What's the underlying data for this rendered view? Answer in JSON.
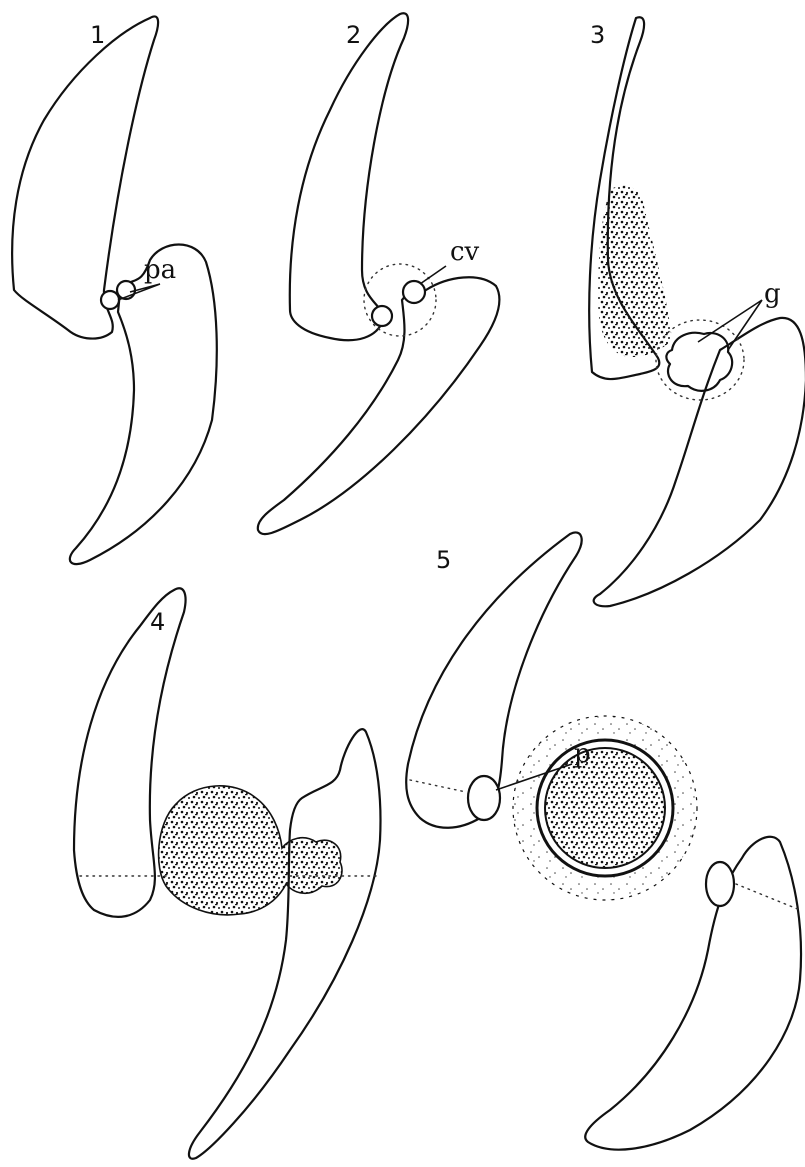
{
  "figure": {
    "panels": [
      {
        "number": "1",
        "labels": [
          "pa"
        ]
      },
      {
        "number": "2",
        "labels": [
          "cv"
        ]
      },
      {
        "number": "3",
        "labels": [
          "g"
        ]
      },
      {
        "number": "4",
        "labels": []
      },
      {
        "number": "5",
        "labels": [
          "p"
        ]
      }
    ]
  },
  "colors": {
    "ink": "#111111",
    "paper": "#ffffff"
  }
}
